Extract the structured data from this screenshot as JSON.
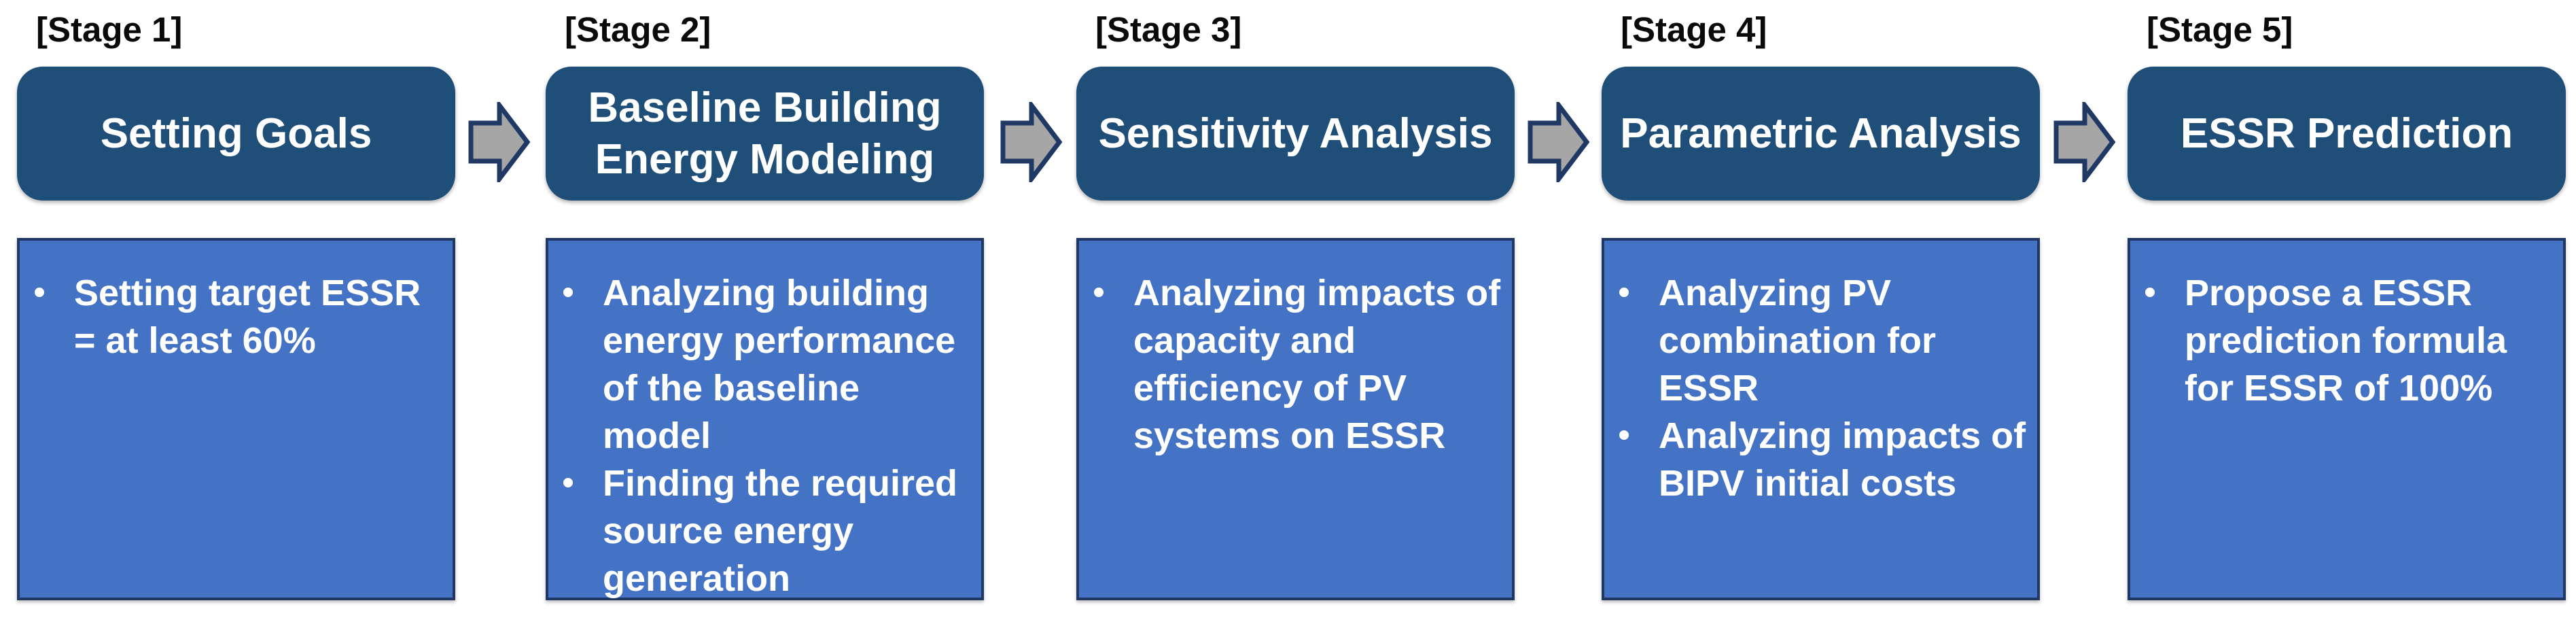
{
  "diagram": {
    "type": "process-flow",
    "stage_count": 5,
    "arrow_icon": "right-block-arrow"
  },
  "colors": {
    "header_fill": "#1F4E79",
    "header_text": "#FFFFFF",
    "body_fill": "#4472C4",
    "body_border": "#1F3864",
    "body_text": "#FFFFFF",
    "arrow_fill": "#A6A6A6",
    "arrow_border": "#1F3864",
    "label_text": "#000000",
    "background": "#FFFFFF"
  },
  "stages": [
    {
      "label": "[Stage 1]",
      "header": "Setting Goals",
      "bullets": [
        "Setting target ESSR\n= at least 60%"
      ]
    },
    {
      "label": "[Stage 2]",
      "header": "Baseline Building\nEnergy Modeling",
      "bullets": [
        "Analyzing building\nenergy performance\nof the baseline\nmodel",
        "Finding the required\nsource energy\ngeneration"
      ]
    },
    {
      "label": "[Stage 3]",
      "header": "Sensitivity Analysis",
      "bullets": [
        "Analyzing impacts of\ncapacity and\nefficiency of PV\nsystems on ESSR"
      ]
    },
    {
      "label": "[Stage 4]",
      "header": "Parametric Analysis",
      "bullets": [
        "Analyzing PV\ncombination for\nESSR",
        "Analyzing impacts of\nBIPV initial costs"
      ]
    },
    {
      "label": "[Stage 5]",
      "header": "ESSR Prediction",
      "bullets": [
        "Propose a ESSR\nprediction formula\nfor ESSR of 100%"
      ]
    }
  ]
}
